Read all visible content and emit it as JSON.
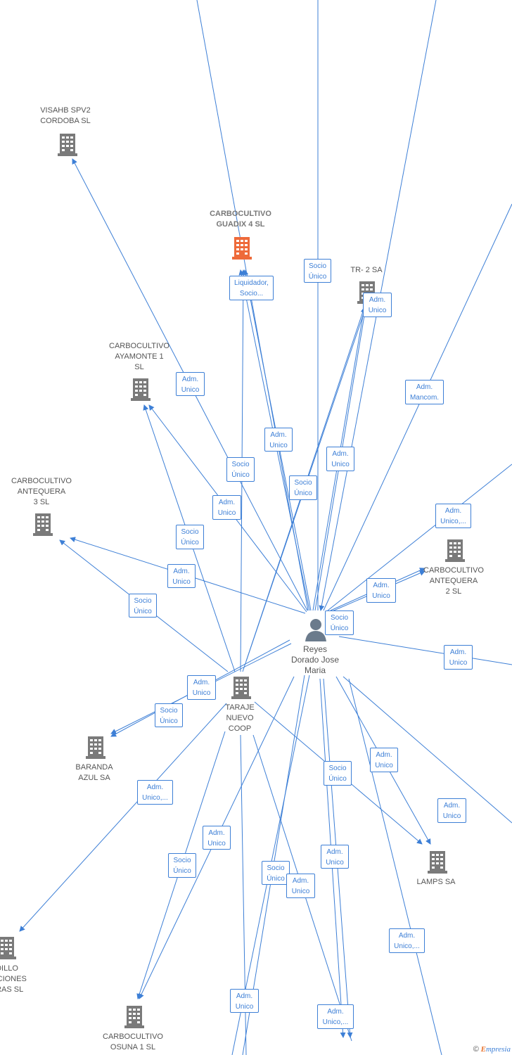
{
  "colors": {
    "edge": "#3d7fd6",
    "building": "#7a7a7a",
    "building_highlight": "#ee6a3a",
    "person": "#6b7b8c"
  },
  "center": {
    "name": "Reyes\nDorado Jose\nMaria",
    "icon": "person-icon"
  },
  "companies": [
    {
      "id": "visahb",
      "name": "VISAHB SPV2\nCORDOBA  SL",
      "icon": "building-icon"
    },
    {
      "id": "guadix",
      "name": "CARBOCULTIVO\nGUADIX 4  SL",
      "icon": "building-icon",
      "highlight": true
    },
    {
      "id": "tr2",
      "name": "TR- 2 SA",
      "icon": "building-icon"
    },
    {
      "id": "ayamonte",
      "name": "CARBOCULTIVO\nAYAMONTE 1\nSL",
      "icon": "building-icon"
    },
    {
      "id": "antequera3",
      "name": "CARBOCULTIVO\nANTEQUERA\n3  SL",
      "icon": "building-icon"
    },
    {
      "id": "antequera2",
      "name": "CARBOCULTIVO\nANTEQUERA\n2  SL",
      "icon": "building-icon"
    },
    {
      "id": "taraje",
      "name": "TARAJE\nNUEVO\nCOOP",
      "icon": "building-icon"
    },
    {
      "id": "baranda",
      "name": "BARANDA\nAZUL SA",
      "icon": "building-icon"
    },
    {
      "id": "lamps",
      "name": "LAMPS SA",
      "icon": "building-icon"
    },
    {
      "id": "dillo",
      "name": "DILLO\nLACIONES\nBRAS SL",
      "icon": "building-icon"
    },
    {
      "id": "osuna",
      "name": "CARBOCULTIVO\nOSUNA 1  SL",
      "icon": "building-icon"
    }
  ],
  "edge_labels": [
    {
      "id": "e1",
      "text": "Liquidador,\nSocio..."
    },
    {
      "id": "e2",
      "text": "Socio\nÚnico"
    },
    {
      "id": "e3",
      "text": "Adm.\nUnico"
    },
    {
      "id": "e4",
      "text": "Adm.\nUnico"
    },
    {
      "id": "e5",
      "text": "Adm.\nMancom."
    },
    {
      "id": "e6",
      "text": "Adm.\nUnico"
    },
    {
      "id": "e7",
      "text": "Socio\nÚnico"
    },
    {
      "id": "e8",
      "text": "Adm.\nUnico"
    },
    {
      "id": "e9",
      "text": "Socio\nÚnico"
    },
    {
      "id": "e10",
      "text": "Adm.\nUnico"
    },
    {
      "id": "e11",
      "text": "Adm.\nUnico,..."
    },
    {
      "id": "e12",
      "text": "Socio\nÚnico"
    },
    {
      "id": "e13",
      "text": "Adm.\nUnico"
    },
    {
      "id": "e14",
      "text": "Adm.\nUnico"
    },
    {
      "id": "e15",
      "text": "Socio\nÚnico"
    },
    {
      "id": "e16",
      "text": "Socio\nÚnico"
    },
    {
      "id": "e17",
      "text": "Adm.\nUnico"
    },
    {
      "id": "e18",
      "text": "Adm.\nUnico"
    },
    {
      "id": "e19",
      "text": "Socio\nÚnico"
    },
    {
      "id": "e20",
      "text": "Adm.\nUnico,..."
    },
    {
      "id": "e21",
      "text": "Socio\nÚnico"
    },
    {
      "id": "e22",
      "text": "Adm.\nUnico"
    },
    {
      "id": "e23",
      "text": "Adm.\nUnico"
    },
    {
      "id": "e24",
      "text": "Adm.\nUnico"
    },
    {
      "id": "e25",
      "text": "Socio\nÚnico"
    },
    {
      "id": "e26",
      "text": "Adm.\nUnico"
    },
    {
      "id": "e27",
      "text": "Socio\nÚnico"
    },
    {
      "id": "e28",
      "text": "Adm.\nUnico"
    },
    {
      "id": "e29",
      "text": "Adm.\nUnico,..."
    },
    {
      "id": "e30",
      "text": "Adm.\nUnico"
    },
    {
      "id": "e31",
      "text": "Adm.\nUnico,..."
    }
  ],
  "footer": {
    "copyright": "©",
    "brand_first": "E",
    "brand_rest": "mpresia"
  }
}
